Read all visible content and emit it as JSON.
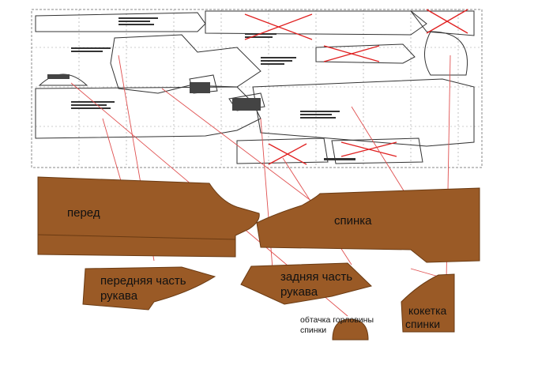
{
  "pieces": {
    "front": "перед",
    "back": "спинка",
    "sleeve_front": "передняя часть рукава",
    "sleeve_back": "задняя часть рукава",
    "back_yoke": "кокетка спинки",
    "back_neck_facing": "обтачка горловины спинки"
  },
  "colors": {
    "piece_fill": "#9a5a26",
    "piece_stroke": "#6a3a12",
    "pointer_line": "#e05050",
    "cross_mark": "#e02020",
    "plan_line": "#333333",
    "plan_grid": "#888888"
  },
  "icons": {
    "cross": "rejected-piece-cross-icon"
  }
}
